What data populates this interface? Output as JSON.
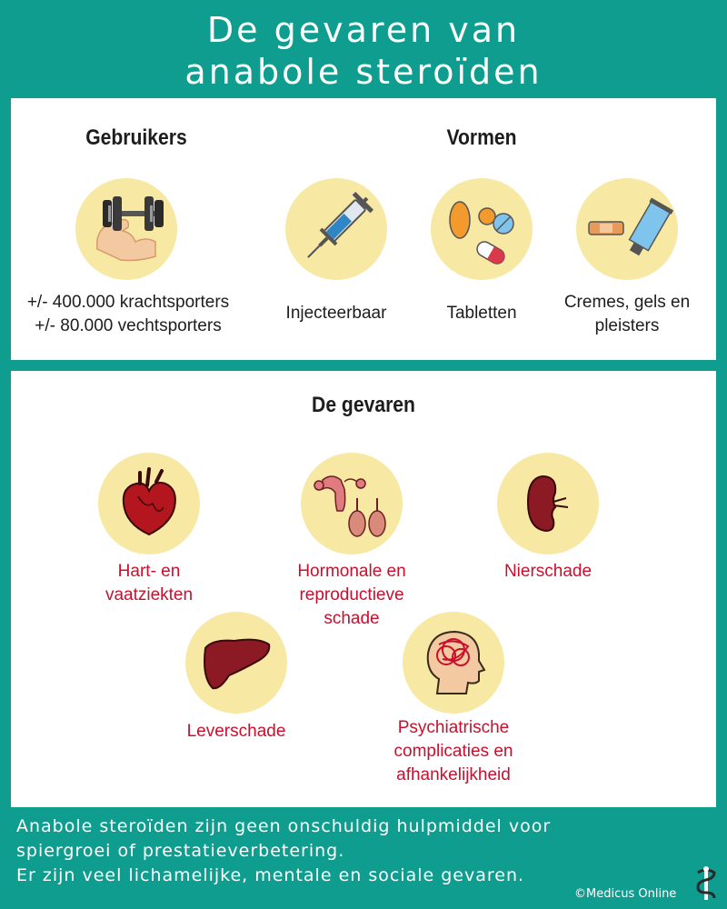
{
  "title": {
    "line1": "De gevaren van",
    "line2": "anabole steroïden"
  },
  "users": {
    "heading": "Gebruikers",
    "line1": "+/- 400.000 krachtsporters",
    "line2": "+/- 80.000 vechtsporters",
    "icon": "dumbbell-arm-icon"
  },
  "forms": {
    "heading": "Vormen",
    "items": [
      {
        "label": "Injecteerbaar",
        "icon": "syringe-icon"
      },
      {
        "label": "Tabletten",
        "icon": "pills-icon"
      },
      {
        "label_line1": "Cremes, gels en",
        "label_line2": "pleisters",
        "icon": "cream-tube-icon"
      }
    ]
  },
  "dangers": {
    "heading": "De gevaren",
    "items": [
      {
        "line1": "Hart- en",
        "line2": "vaatziekten",
        "icon": "heart-icon"
      },
      {
        "line1": "Hormonale en",
        "line2": "reproductieve",
        "line3": "schade",
        "icon": "reproductive-organs-icon"
      },
      {
        "line1": "Nierschade",
        "icon": "kidney-icon"
      },
      {
        "line1": "Leverschade",
        "icon": "liver-icon"
      },
      {
        "line1": "Psychiatrische",
        "line2": "complicaties en",
        "line3": "afhankelijkheid",
        "icon": "head-brain-icon"
      }
    ]
  },
  "footer": {
    "line1": "Anabole steroïden zijn geen onschuldig hulpmiddel voor",
    "line2": "spiergroei of prestatieverbetering.",
    "line3": "Er zijn veel lichamelijke, mentale en sociale gevaren."
  },
  "copyright": "©Medicus Online",
  "colors": {
    "background": "#0e9d8f",
    "circle": "#f7e8a3",
    "danger_text": "#c8102e"
  }
}
